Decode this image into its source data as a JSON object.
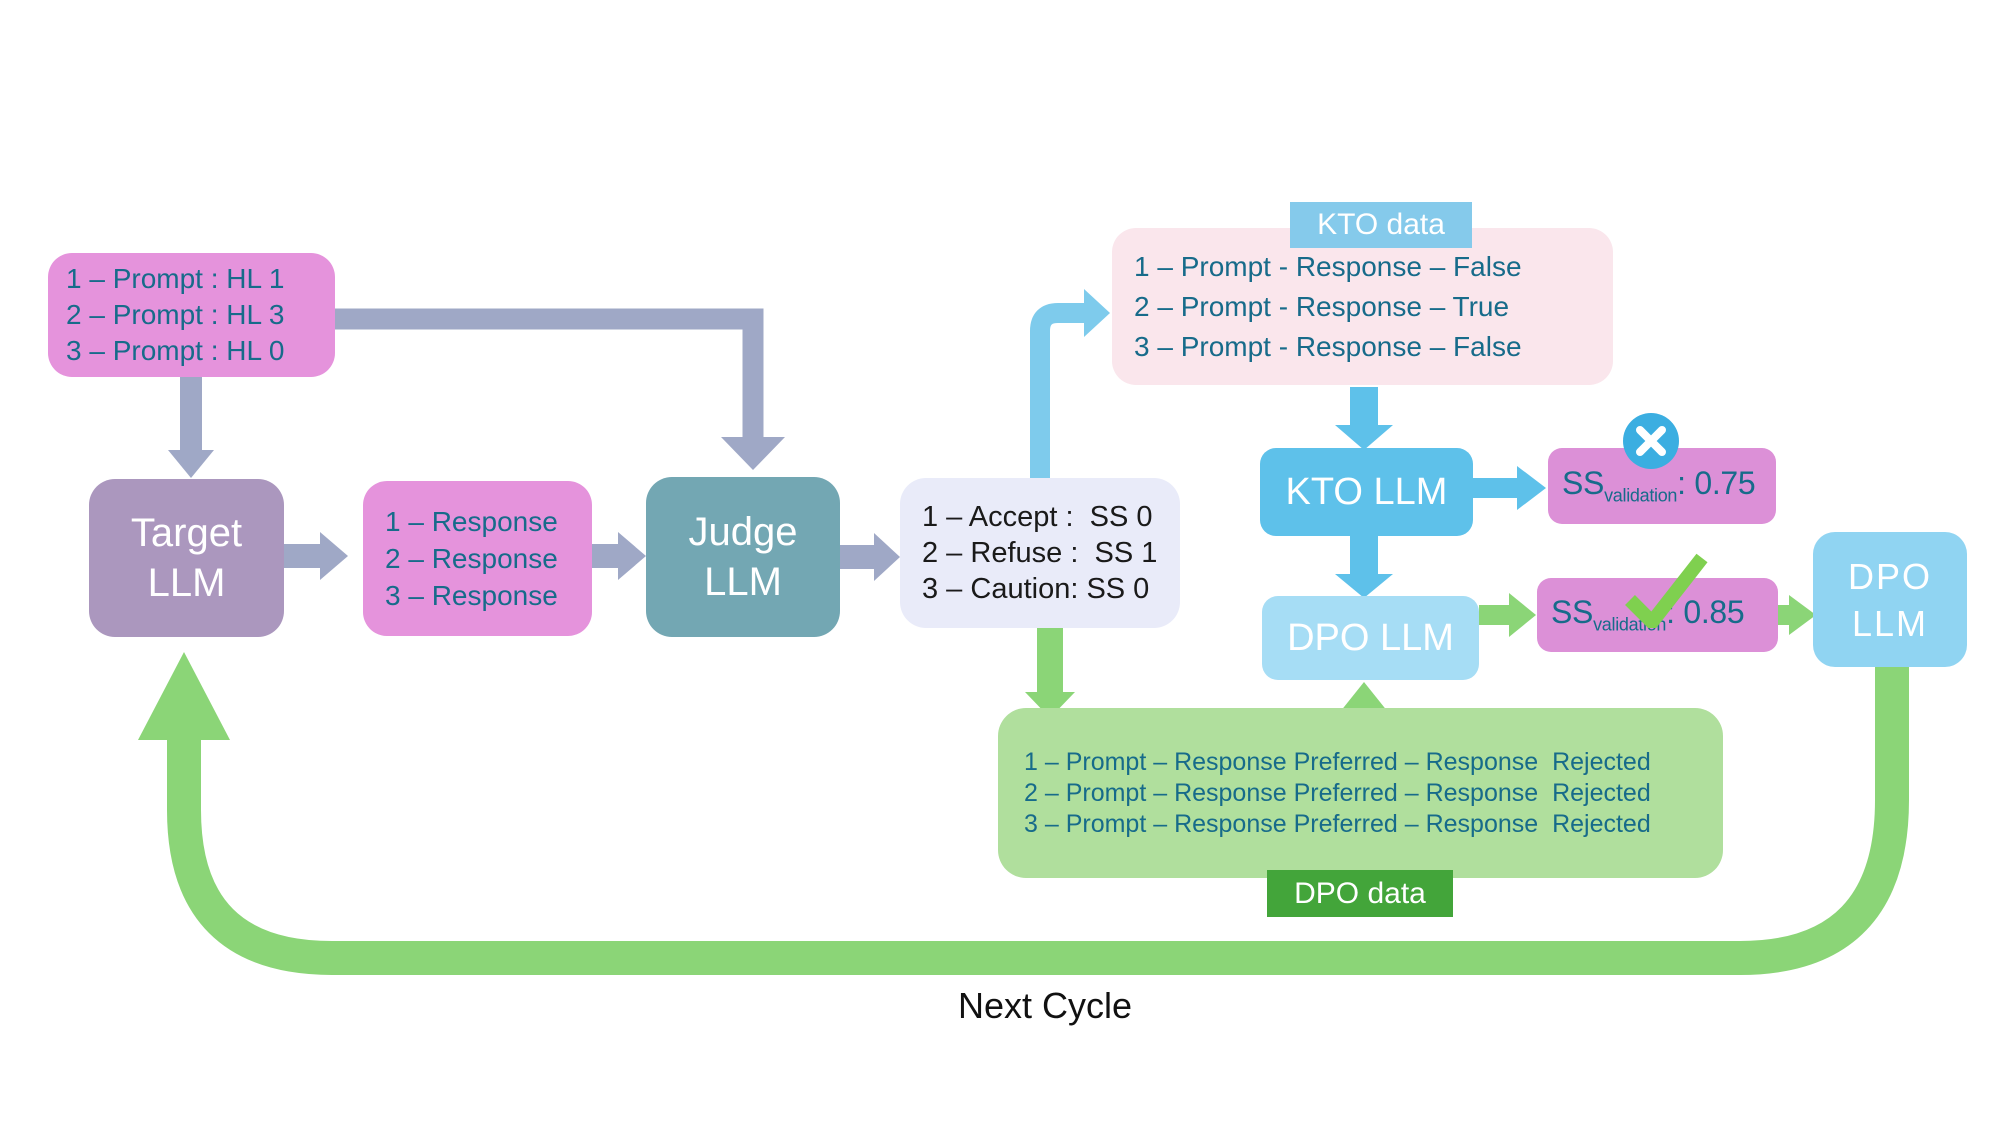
{
  "diagram": {
    "prompt_box": {
      "lines": [
        "1 – Prompt : HL 1",
        "2 – Prompt : HL 3",
        "3 – Prompt : HL 0"
      ]
    },
    "target_llm": {
      "line1": "Target",
      "line2": "LLM"
    },
    "response_box": {
      "lines": [
        "1 – Response",
        "2 – Response",
        "3 – Response"
      ]
    },
    "judge_llm": {
      "line1": "Judge",
      "line2": "LLM"
    },
    "judge_scores_box": {
      "lines": [
        "1 – Accept :  SS 0",
        "2 – Refuse :  SS 1",
        "3 – Caution: SS 0"
      ]
    },
    "kto_data": {
      "label": "KTO data",
      "lines": [
        "1 – Prompt - Response – False",
        "2 – Prompt - Response – True",
        "3 – Prompt - Response – False"
      ]
    },
    "kto_llm": {
      "label": "KTO LLM"
    },
    "dpo_llm": {
      "label": "DPO LLM"
    },
    "kto_validation": {
      "base": "SS",
      "sub": "validation",
      "value": ": 0.75",
      "icon": "cross-icon"
    },
    "dpo_validation": {
      "base": "SS",
      "sub": "validation",
      "value": ": 0.85",
      "icon": "check-icon"
    },
    "dpo_llm_next": {
      "line1": "DPO",
      "line2": "LLM"
    },
    "dpo_data": {
      "label": "DPO data",
      "lines": [
        "1 – Prompt – Response Preferred – Response  Rejected",
        "2 – Prompt – Response Preferred – Response  Rejected",
        "3 – Prompt – Response Preferred – Response  Rejected"
      ]
    },
    "next_cycle_label": "Next Cycle"
  },
  "colors": {
    "pink_box": "#e593dc",
    "teal_text": "#176b8a",
    "purple_box": "#ab97be",
    "judge_teal": "#73a7b3",
    "lavender_box": "#e9ebf9",
    "arrow_gray": "#9fa8c6",
    "blue_strong": "#5ec1ea",
    "blue_elbow": "#7ecbec",
    "kto_label_blue": "#85caeb",
    "kto_pink_bg": "#fae6ec",
    "validation_pink": "#dc90d7",
    "x_circle_blue": "#3baee1",
    "green": "#8bd577",
    "check_green": "#7fd04f",
    "dpo_data_green": "#b0df9d",
    "dpo_label_green": "#43a53a",
    "blue_light": "#a6ddf5",
    "dpo_right_blue": "#90d4f2"
  }
}
